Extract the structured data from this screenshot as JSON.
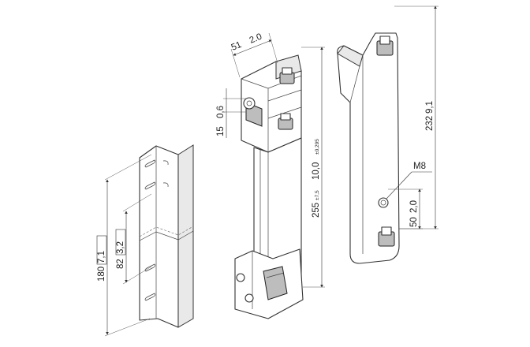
{
  "dimensions": {
    "width_top": {
      "value": "51",
      "alt": "2.0"
    },
    "slot_offset": {
      "value": "15",
      "alt": "0,6"
    },
    "total_length": {
      "value": "255",
      "tol": "±7,5",
      "alt": "10,0",
      "alt_tol": "±0,295"
    },
    "height_right": {
      "value": "232",
      "alt": "9,1"
    },
    "hole_offset": {
      "value": "50",
      "alt": "2,0"
    },
    "left_height": {
      "value": "180",
      "alt": "7,1"
    },
    "left_spacing": {
      "value": "82",
      "alt": "3,2"
    }
  },
  "thread": {
    "label": "M8"
  }
}
